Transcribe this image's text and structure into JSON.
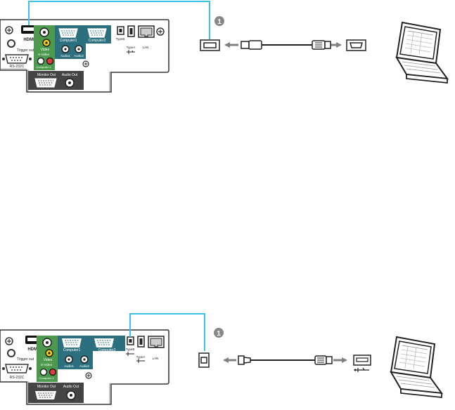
{
  "colors": {
    "cable": "#3ec3e8",
    "panel_teal": "#2c6f7e",
    "panel_green": "#4d9a4f",
    "panel_dark": "#444444",
    "arrow": "#808080",
    "video_yellow": "#f2cf1f",
    "audio_red": "#e23b3b"
  },
  "icons": [
    "hdmi-port-icon",
    "hdmi-plug-icon",
    "usb-b-port-icon",
    "usb-b-plug-icon",
    "usb-a-plug-icon",
    "usb-port-icon",
    "usb-symbol-icon",
    "laptop-icon",
    "callout-1-icon"
  ],
  "top": {
    "callout": "1",
    "panel": {
      "hdmi": "HDMI",
      "trigger": "Trigger out",
      "rs232": "RS-232C",
      "video": "Video",
      "svideo": "S-Video",
      "computer1": "Computer1",
      "computer2": "Computer2",
      "audio1": "Audio1",
      "audio2": "Audio2",
      "component": "Computer 2",
      "typeb": "TypeB",
      "typea": "TypeA",
      "lan": "LAN",
      "monitor_out": "Monitor Out",
      "audio_out": "Audio Out"
    }
  },
  "bottom": {
    "callout": "1",
    "panel": {
      "hdmi": "HDMI",
      "trigger": "Trigger out",
      "rs232": "RS-232C",
      "video": "Video",
      "svideo": "S-Video",
      "computer1": "Computer1",
      "computer2": "Computer2",
      "audio1": "Audio1",
      "audio2": "Audio2",
      "component": "Computer 2",
      "typeb": "TypeB",
      "typea": "TypeA",
      "lan": "LAN",
      "monitor_out": "Monitor Out",
      "audio_out": "Audio Out"
    }
  }
}
